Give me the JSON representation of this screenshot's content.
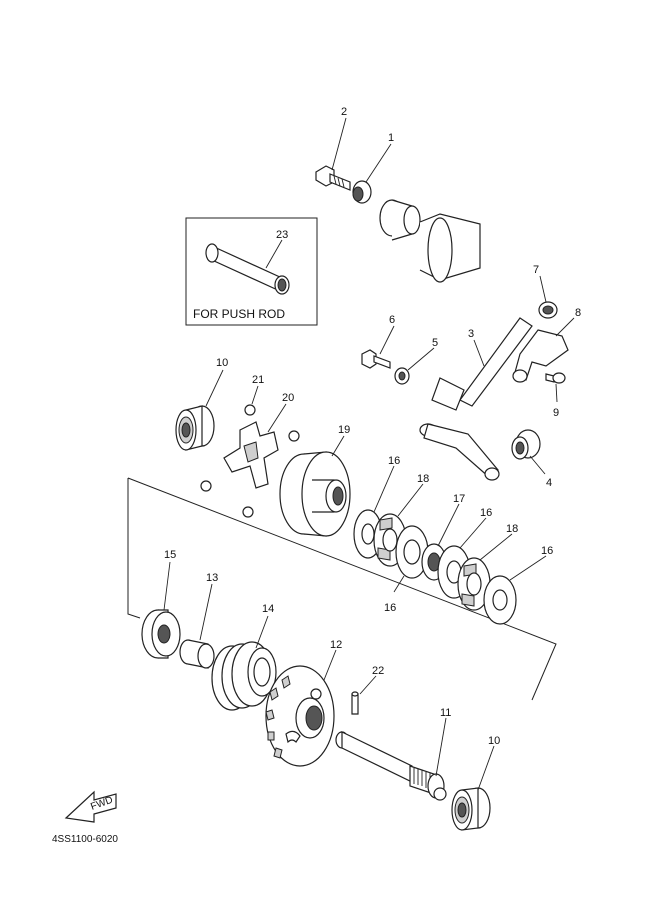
{
  "diagram": {
    "labels": {
      "p1": "1",
      "p2": "2",
      "p3": "3",
      "p4": "4",
      "p5": "5",
      "p6": "6",
      "p7": "7",
      "p8": "8",
      "p9": "9",
      "p10a": "10",
      "p10b": "10",
      "p11": "11",
      "p12": "12",
      "p13": "13",
      "p14": "14",
      "p15": "15",
      "p16a": "16",
      "p16b": "16",
      "p16c": "16",
      "p16d": "16",
      "p17": "17",
      "p18a": "18",
      "p18b": "18",
      "p19": "19",
      "p20": "20",
      "p21": "21",
      "p22": "22",
      "p23": "23"
    },
    "inset_caption": "FOR PUSH ROD",
    "fwd_label": "FWD",
    "diagram_code": "4SS1100-6020",
    "colors": {
      "line": "#222222",
      "shade": "#cfcfcf",
      "background": "#ffffff"
    }
  }
}
